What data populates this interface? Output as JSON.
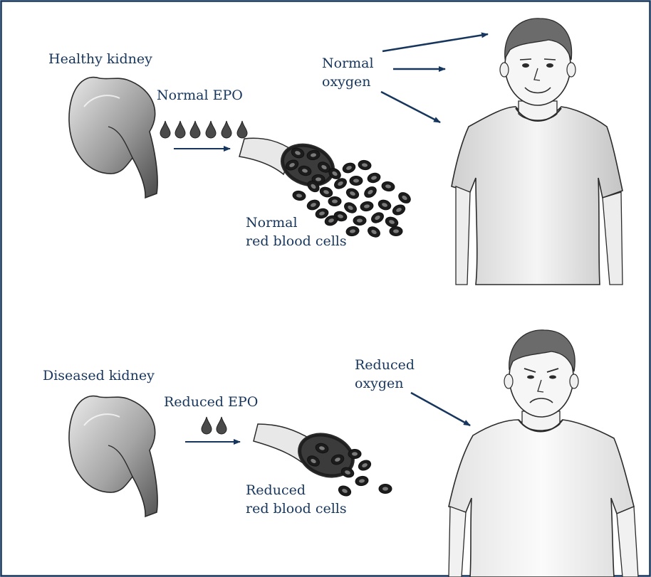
{
  "colors": {
    "text": "#17365d",
    "arrow": "#17365d",
    "border": "#17365d",
    "drawing": "#333333"
  },
  "top_panel": {
    "kidney_label": "Healthy kidney",
    "epo_label": "Normal EPO",
    "epo_drop_count": 6,
    "oxygen_label_line1": "Normal",
    "oxygen_label_line2": "oxygen",
    "cells_label_line1": "Normal",
    "cells_label_line2": "red blood cells",
    "oxygen_arrow_count": 3,
    "person_expression": "smiling"
  },
  "bottom_panel": {
    "kidney_label": "Diseased kidney",
    "epo_label": "Reduced EPO",
    "epo_drop_count": 2,
    "oxygen_label_line1": "Reduced",
    "oxygen_label_line2": "oxygen",
    "cells_label_line1": "Reduced",
    "cells_label_line2": "red blood cells",
    "oxygen_arrow_count": 1,
    "person_expression": "frowning"
  },
  "icons": {
    "kidney": "kidney-icon",
    "drop": "epo-drop-icon",
    "vessel": "blood-vessel-icon",
    "cell": "red-blood-cell-icon",
    "person": "person-icon"
  }
}
